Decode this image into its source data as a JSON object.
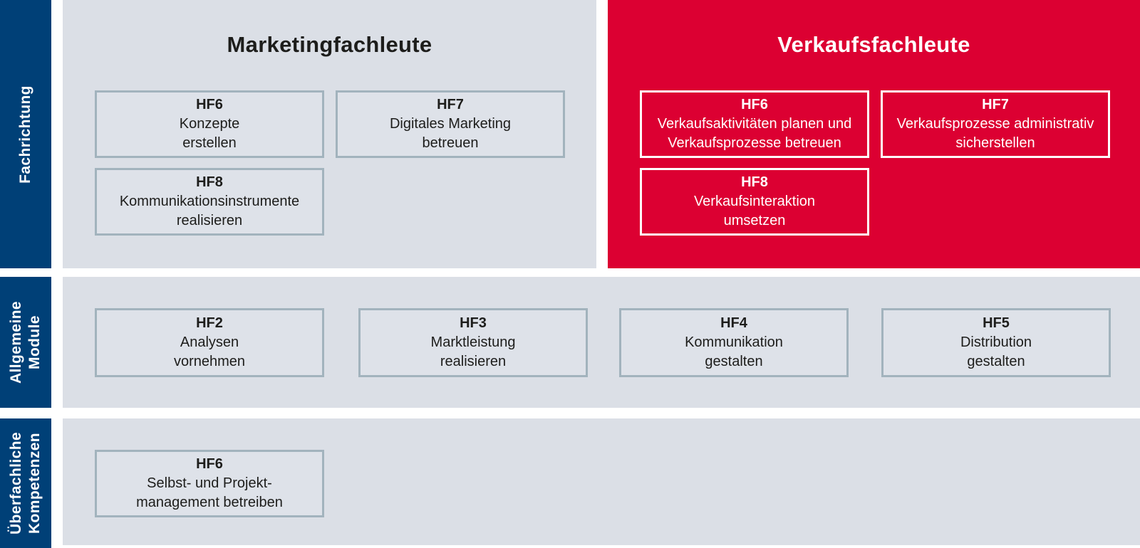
{
  "colors": {
    "sidebar_blue": "#004077",
    "verkauf_red": "#dc0032",
    "panel_gray": "#dbdfe6",
    "box_border_gray": "#a2b3bd",
    "text_dark": "#1d1d1b",
    "text_on_red": "#ffffff"
  },
  "sidebar": {
    "fachrichtung": "Fachrichtung",
    "allgemeine_module": "Allgemeine\nModule",
    "ueberfachliche_kompetenzen": "Überfachliche\nKompetenzen"
  },
  "fachrichtung": {
    "marketing": {
      "title": "Marketingfachleute",
      "hf6": {
        "code": "HF6",
        "text": "Konzepte\nerstellen"
      },
      "hf7": {
        "code": "HF7",
        "text": "Digitales Marketing\nbetreuen"
      },
      "hf8": {
        "code": "HF8",
        "text": "Kommunikationsinstrumente\nrealisieren"
      }
    },
    "verkauf": {
      "title": "Verkaufsfachleute",
      "hf6": {
        "code": "HF6",
        "text": "Verkaufsaktivitäten planen und\nVerkaufsprozesse betreuen"
      },
      "hf7": {
        "code": "HF7",
        "text": "Verkaufsprozesse administrativ\nsicherstellen"
      },
      "hf8": {
        "code": "HF8",
        "text": "Verkaufsinteraktion\numsetzen"
      }
    }
  },
  "allgemeine_module": {
    "hf2": {
      "code": "HF2",
      "text": "Analysen\nvornehmen"
    },
    "hf3": {
      "code": "HF3",
      "text": "Marktleistung\nrealisieren"
    },
    "hf4": {
      "code": "HF4",
      "text": "Kommunikation\ngestalten"
    },
    "hf5": {
      "code": "HF5",
      "text": "Distribution\ngestalten"
    }
  },
  "ueberfachliche_kompetenzen": {
    "hf6": {
      "code": "HF6",
      "text": "Selbst- und Projekt-\nmanagement betreiben"
    }
  }
}
